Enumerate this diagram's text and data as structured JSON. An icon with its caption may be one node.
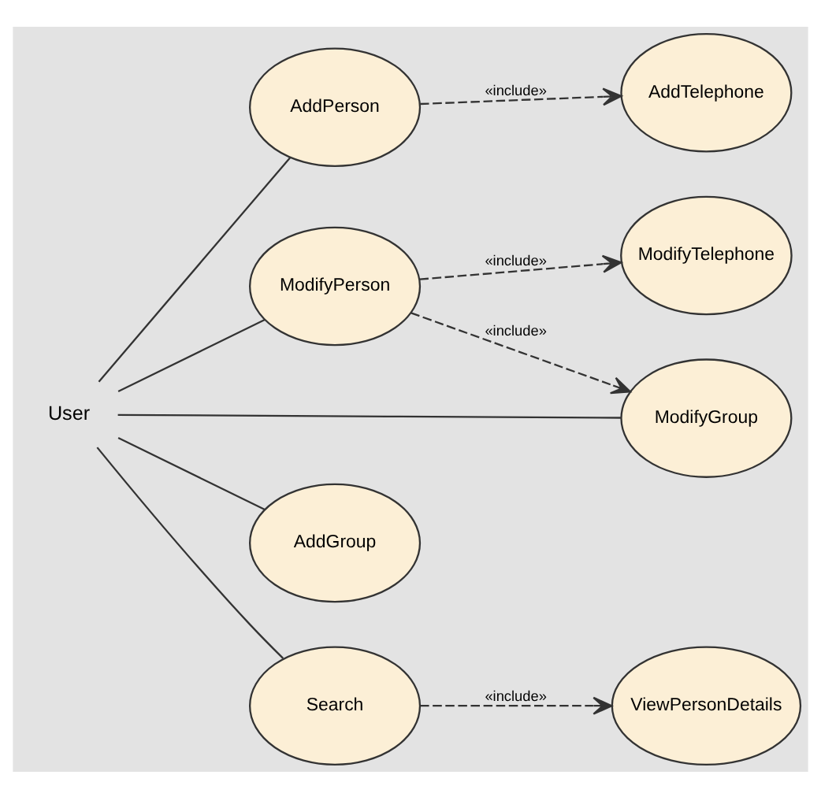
{
  "diagram": {
    "nodes": [
      {
        "text": [
          "User"
        ]
      },
      {
        "text": [
          "AddPerson"
        ]
      },
      {
        "text": [
          "AddTelephone"
        ]
      },
      {
        "text": [
          "ModifyPerson"
        ]
      },
      {
        "text": [
          "ModifyTelephone"
        ]
      },
      {
        "text": [
          "ModifyGroup"
        ]
      },
      {
        "text": [
          "AddGroup"
        ]
      },
      {
        "text": [
          "Search"
        ]
      },
      {
        "text": [
          "ViewPersonDetails"
        ]
      }
    ],
    "edges": [
      {
        "from": 0,
        "to": 1,
        "arrow": "none"
      },
      {
        "from": 0,
        "to": 3,
        "arrow": "none"
      },
      {
        "from": 0,
        "to": 5,
        "arrow": "none"
      },
      {
        "from": 0,
        "to": 6,
        "arrow": "none"
      },
      {
        "from": 0,
        "to": 7,
        "arrow": "none"
      },
      {
        "from": 1,
        "to": 2,
        "arrow": "to",
        "style": "dashed",
        "label": "«include»"
      },
      {
        "from": 3,
        "to": 4,
        "arrow": "to",
        "style": "dashed",
        "label": "«include»"
      },
      {
        "from": 3,
        "to": 5,
        "arrow": "to",
        "style": "dashed",
        "label": "«include»"
      },
      {
        "from": 7,
        "to": 8,
        "arrow": "to",
        "style": "dashed",
        "label": "«include»"
      }
    ]
  }
}
